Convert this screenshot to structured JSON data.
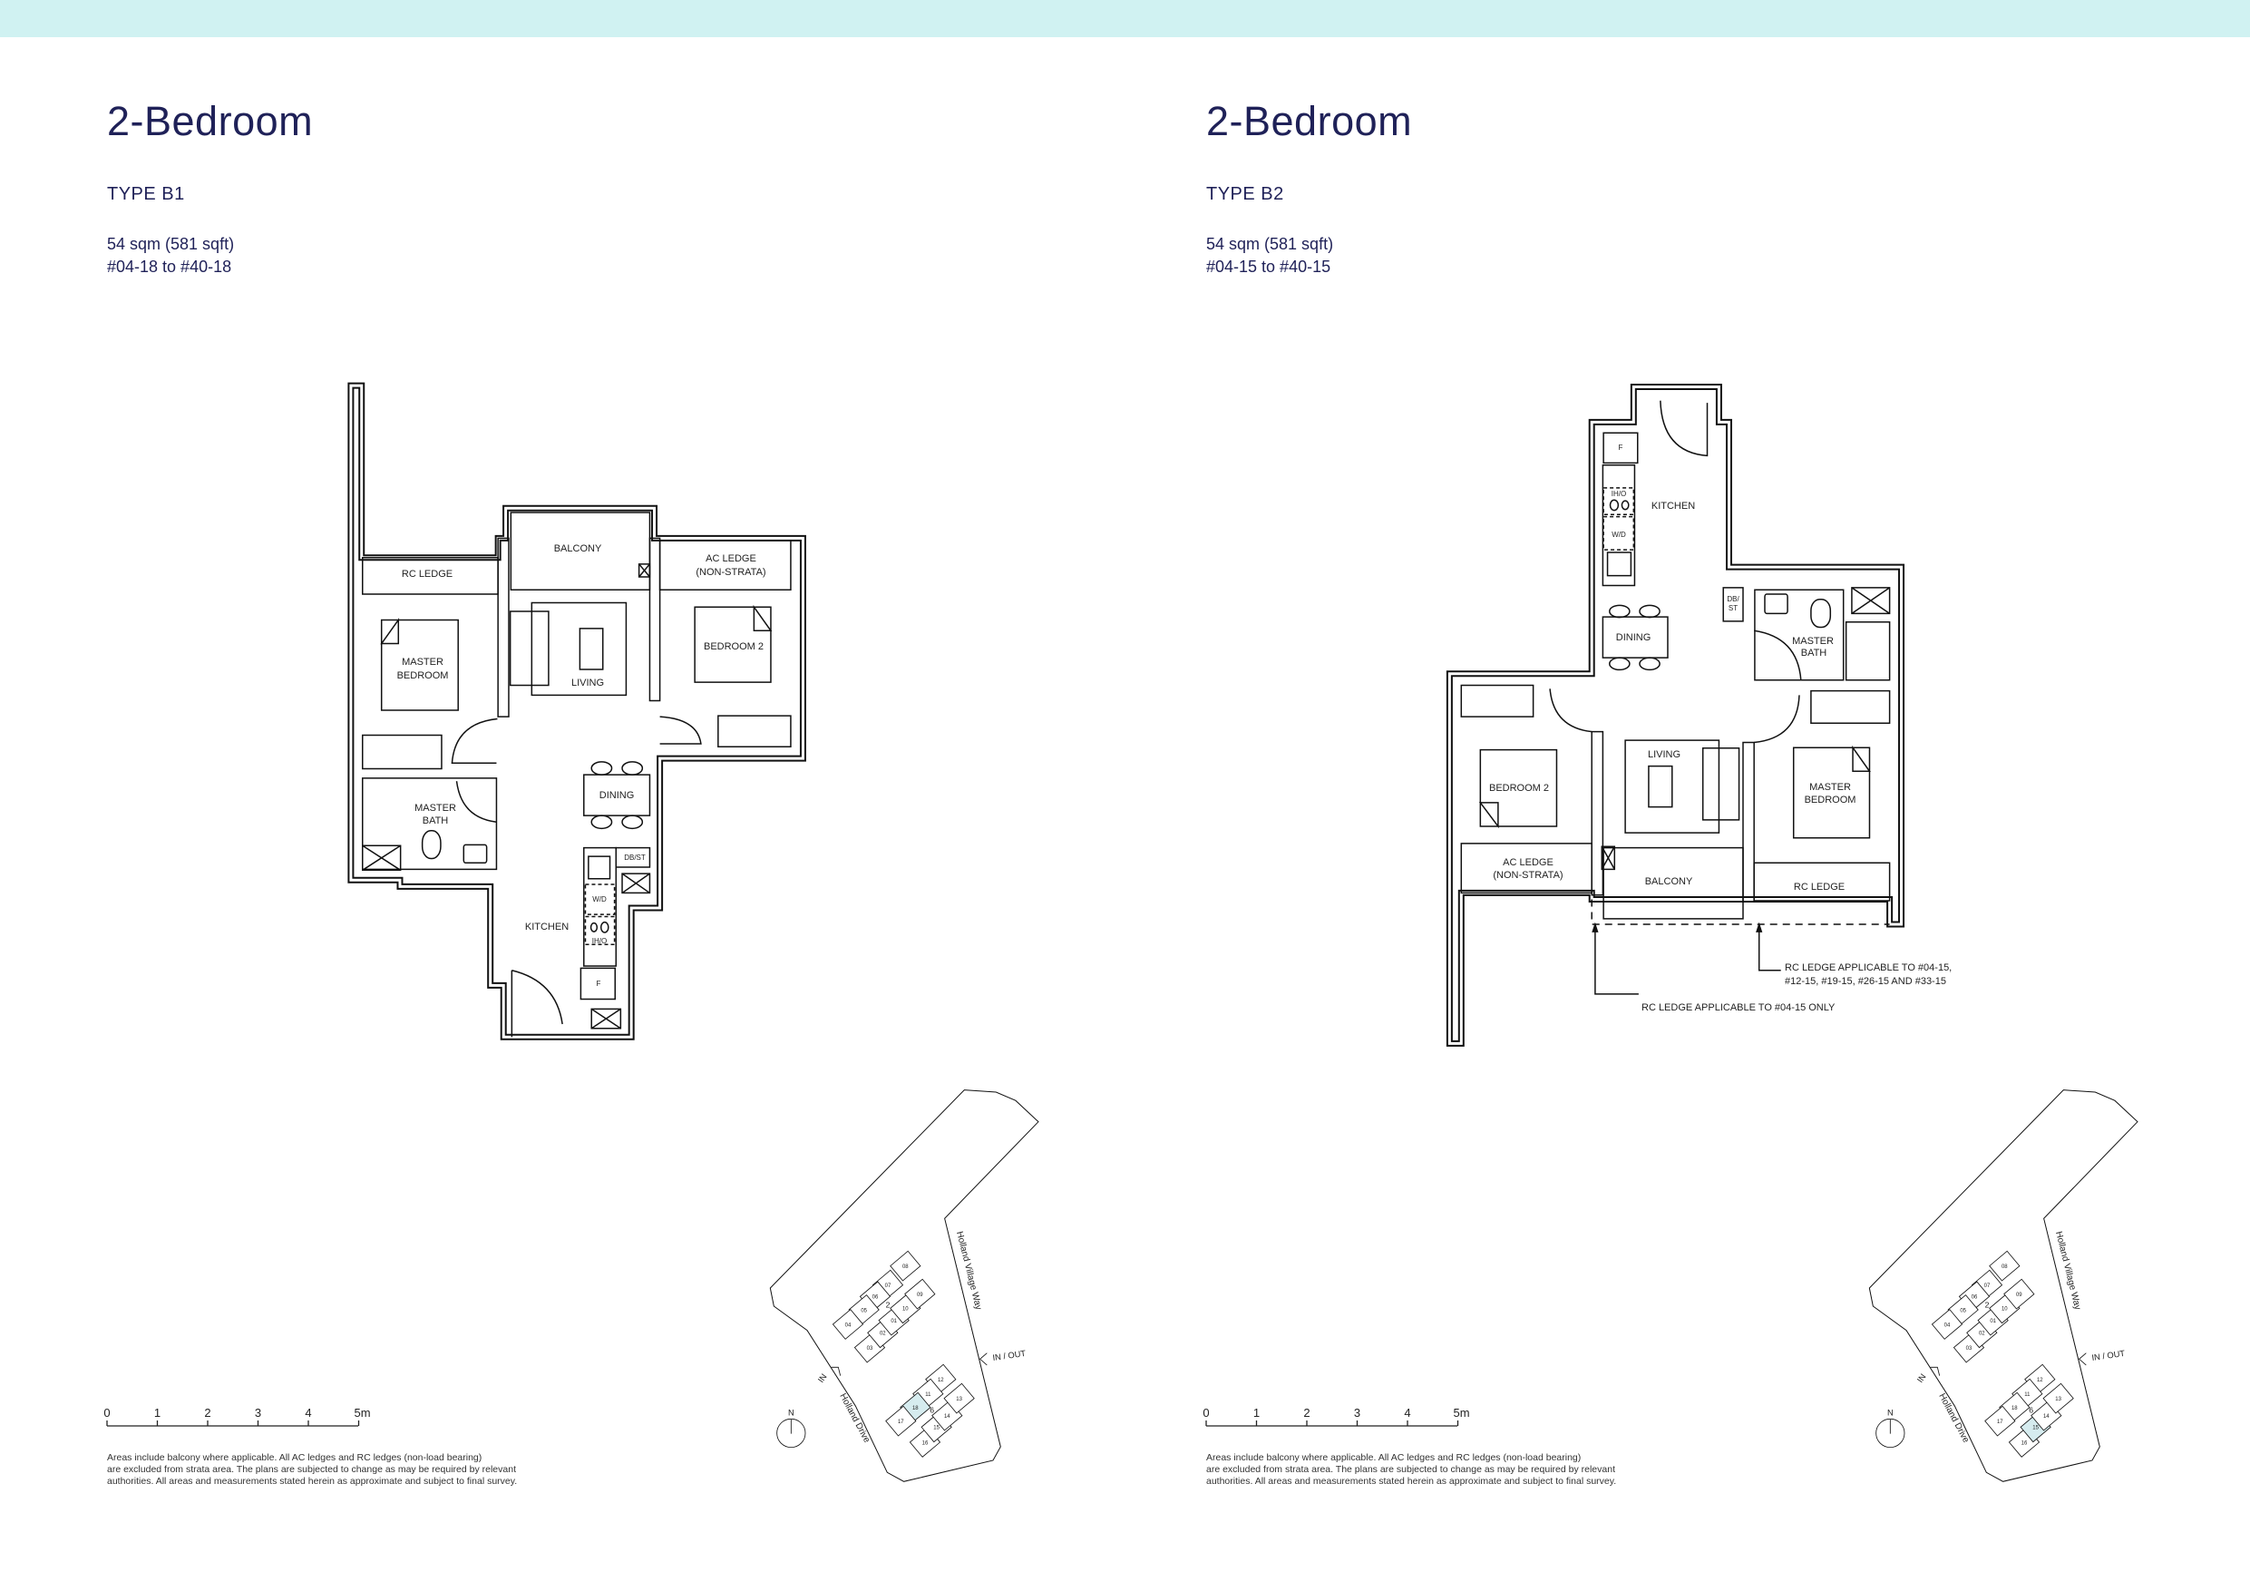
{
  "colors": {
    "band": "#d0f2f2",
    "text": "#1f2158",
    "highlight": "#d6ecef"
  },
  "pages": [
    {
      "title": "2-Bedroom",
      "type": "TYPE B1",
      "area": "54 sqm (581 sqft)",
      "units": "#04-18 to #40-18",
      "plan": {
        "balcony": "BALCONY",
        "rc_ledge": "RC LEDGE",
        "ac_ledge": "AC LEDGE",
        "non_strata": "(NON-STRATA)",
        "master": "MASTER",
        "bedroom": "BEDROOM",
        "living": "LIVING",
        "bedroom2": "BEDROOM 2",
        "dining": "DINING",
        "bath": "BATH",
        "dbst": "DB/ST",
        "wd": "W/D",
        "iho": "IH/O",
        "kitchen": "KITCHEN",
        "fridge": "F"
      },
      "highlighted_unit": "18"
    },
    {
      "title": "2-Bedroom",
      "type": "TYPE B2",
      "area": "54 sqm (581 sqft)",
      "units": "#04-15 to #40-15",
      "plan": {
        "balcony": "BALCONY",
        "rc_ledge": "RC LEDGE",
        "ac_ledge": "AC LEDGE",
        "non_strata": "(NON-STRATA)",
        "master": "MASTER",
        "bedroom": "BEDROOM",
        "living": "LIVING",
        "bedroom2": "BEDROOM 2",
        "dining": "DINING",
        "bath": "BATH",
        "db": "DB/",
        "st": "ST",
        "wd": "W/D",
        "iho": "IH/O",
        "kitchen": "KITCHEN",
        "fridge": "F",
        "note1_line1": "RC LEDGE APPLICABLE TO #04-15,",
        "note1_line2": "#12-15, #19-15, #26-15 AND #33-15",
        "note2": "RC LEDGE APPLICABLE TO #04-15 ONLY"
      },
      "highlighted_unit": "15"
    }
  ],
  "scale_bar": [
    "0",
    "1",
    "2",
    "3",
    "4",
    "5m"
  ],
  "site_plan": {
    "north": "N",
    "road_east": "Holland Village Way",
    "road_west": "Holland Drive",
    "entry_east": "IN / OUT",
    "entry_west": "IN",
    "block_a": "2",
    "block_b": "6",
    "block_a_units": [
      "08",
      "07",
      "06",
      "05",
      "04",
      "03",
      "02",
      "01",
      "10",
      "09"
    ],
    "block_b_units": [
      "12",
      "11",
      "18",
      "17",
      "16",
      "15",
      "14",
      "13"
    ]
  },
  "footnote": [
    "Areas include balcony where applicable. All AC ledges and RC ledges (non-load bearing)",
    "are excluded from strata area. The plans are subjected to change as may be required by relevant",
    "authorities. All areas and measurements stated herein as approximate and subject to final survey."
  ]
}
